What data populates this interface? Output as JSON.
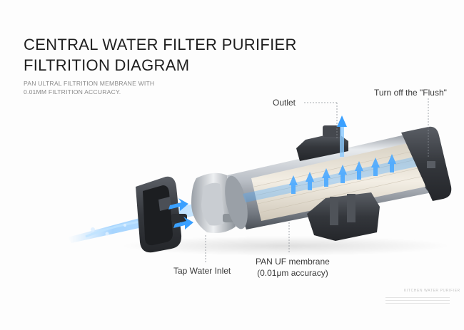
{
  "header": {
    "title_line1": "CENTRAL WATER FILTER PURIFIER",
    "title_line2": "FILTRITION DIAGRAM",
    "subtitle_line1": "PAN ULTRAL FILTRITION MEMBRANE WITH",
    "subtitle_line2": "0.01MM FILTRITION ACCURACY."
  },
  "callouts": {
    "outlet": "Outlet",
    "flush": "Turn off the \"Flush\"",
    "inlet": "Tap Water Inlet",
    "membrane_line1": "PAN UF membrane",
    "membrane_line2": "(0.01μm accuracy)"
  },
  "footer": {
    "brand": "KITCHEN WATER PURIFIER"
  },
  "colors": {
    "water_flow": "#3aa0ff",
    "housing_dark": "#3b3e44",
    "metal_light": "#d9dde2",
    "membrane": "#ece6da",
    "title_text": "#1f1f1f",
    "subtitle_text": "#8a8a8a"
  }
}
